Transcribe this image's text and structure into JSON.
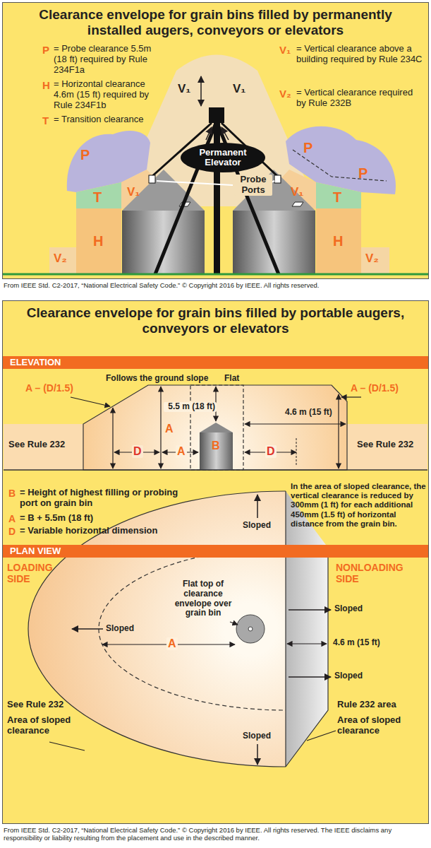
{
  "diagram": {
    "nodes": [
      {
        "text": [
          "Clearance envelope for grain bins filled by permanently installed augers, conveyors or elevators"
        ]
      },
      {
        "text": [
          "Permanent Elevator"
        ],
        "in": 0
      },
      {
        "text": [
          "Clearance envelope for grain bins filled by portable augers, conveyors or elevators"
        ]
      },
      {
        "text": [
          "ELEVATION"
        ],
        "in": 2
      },
      {
        "text": [
          "PLAN VIEW"
        ],
        "in": 2
      }
    ],
    "labels": [
      "P",
      "= Probe clearance 5.5m (18 ft) required by Rule 234F1a",
      "H",
      "= Horizontal clearance 4.6m (15 ft) required by Rule 234F1b",
      "T",
      "= Transition clearance",
      "V₁",
      "= Vertical clearance above a building required by Rule 234C",
      "V₂",
      "= Vertical clearance required by Rule 232B",
      "V₁",
      "V₁",
      "Probe Ports",
      "P",
      "P",
      "V₁",
      "T",
      "H",
      "V₂",
      "V₁",
      "P",
      "T",
      "H",
      "V₂",
      "From IEEE Std. C2-2017, “National Electrical Safety Code.” © Copyright 2016 by IEEE. All rights reserved.",
      "Follows the ground slope",
      "Flat",
      "A – (D/1.5)",
      "5.5 m (18 ft)",
      "A",
      "A – (D/1.5)",
      "D",
      "A",
      "B",
      "D",
      "4.6 m (15 ft)",
      "See Rule 232",
      "See Rule 232",
      "B",
      "= Height of highest filling or probing port on grain bin",
      "A",
      "= B + 5.5m (18 ft)",
      "D",
      "= Variable horizontal dimension",
      "In the area of sloped clearance, the vertical clearance is reduced by 300mm (1 ft) for each additional 450mm (1.5 ft) of horizontal distance from the grain bin.",
      "LOADING SIDE",
      "NONLOADING SIDE",
      "Sloped",
      "Flat top of clearance envelope over grain bin",
      "Sloped",
      "A",
      "Sloped",
      "4.6 m (15 ft)",
      "Sloped",
      "Sloped",
      "See Rule 232",
      "Area of sloped clearance",
      "Rule 232 area",
      "Area of sloped clearance",
      "From IEEE Std. C2-2017, “National Electrical Safety Code.” © Copyright 2016 by IEEE. All rights reserved. The IEEE disclaims any responsibility or liability resulting from the placement and use in the described manner."
    ]
  }
}
